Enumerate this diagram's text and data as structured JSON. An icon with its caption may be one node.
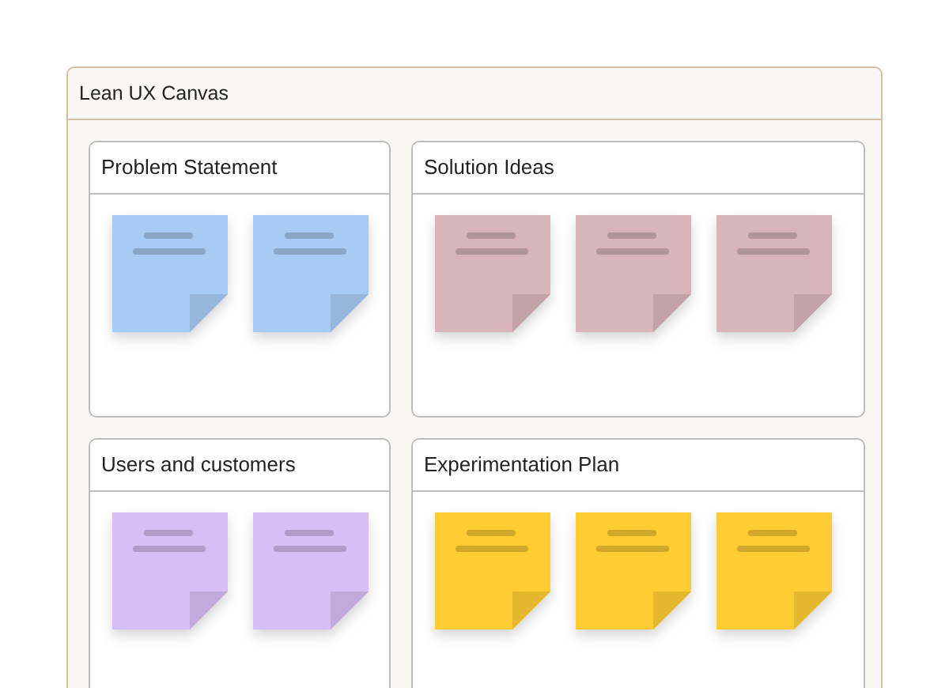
{
  "diagram": {
    "nodes": [
      {
        "text": [
          "Lean UX Canvas"
        ]
      },
      {
        "text": [
          "Problem Statement"
        ],
        "in": 0
      },
      {
        "text": [],
        "shape": "note",
        "in": 1
      },
      {
        "text": [],
        "shape": "note",
        "in": 1
      },
      {
        "text": [
          "Solution Ideas"
        ],
        "in": 0
      },
      {
        "text": [],
        "shape": "note",
        "in": 4
      },
      {
        "text": [],
        "shape": "note",
        "in": 4
      },
      {
        "text": [],
        "shape": "note",
        "in": 4
      },
      {
        "text": [
          "Users and customers"
        ],
        "in": 0
      },
      {
        "text": [],
        "shape": "note",
        "in": 8
      },
      {
        "text": [],
        "shape": "note",
        "in": 8
      },
      {
        "text": [
          "Experimentation Plan"
        ],
        "in": 0
      },
      {
        "text": [],
        "shape": "note",
        "in": 11
      },
      {
        "text": [],
        "shape": "note",
        "in": 11
      },
      {
        "text": [],
        "shape": "note",
        "in": 11
      }
    ]
  }
}
